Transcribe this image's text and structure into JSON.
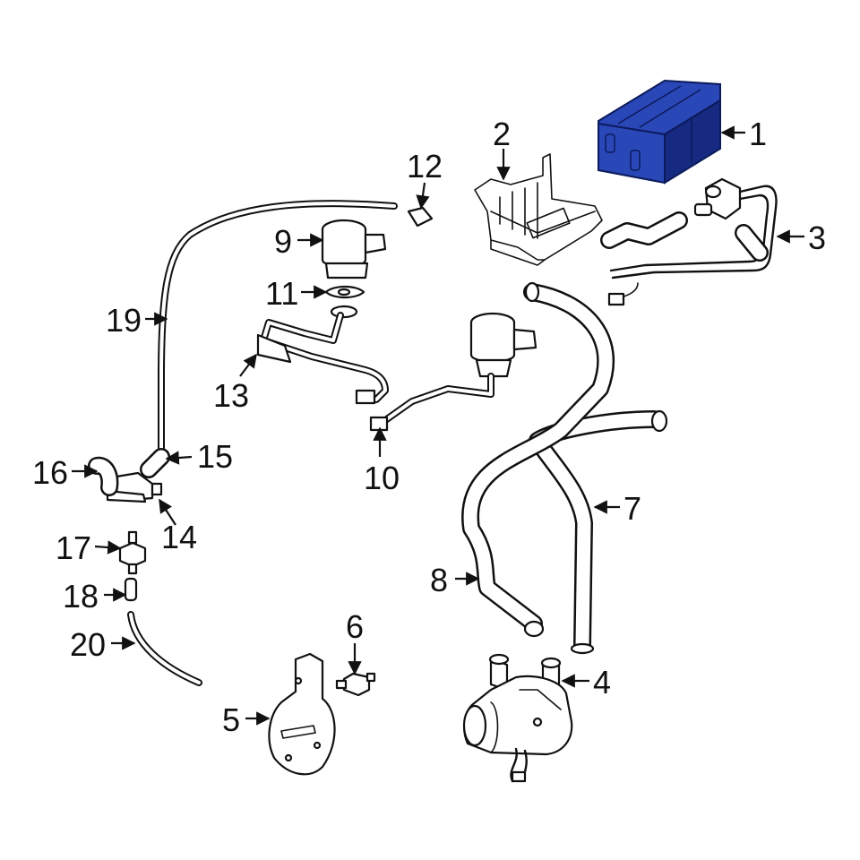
{
  "colors": {
    "highlight_fill": "#2a47b8",
    "highlight_dark": "#152a80",
    "line": "#111111",
    "background": "#ffffff"
  },
  "callouts": [
    {
      "id": "1",
      "label": "1",
      "part": "charcoal-canister",
      "highlighted": true
    },
    {
      "id": "2",
      "label": "2",
      "part": "canister-bracket"
    },
    {
      "id": "3",
      "label": "3",
      "part": "purge-valve-hose-assembly"
    },
    {
      "id": "4",
      "label": "4",
      "part": "secondary-air-pump"
    },
    {
      "id": "5",
      "label": "5",
      "part": "pump-bracket"
    },
    {
      "id": "6",
      "label": "6",
      "part": "check-valve"
    },
    {
      "id": "7",
      "label": "7",
      "part": "air-hose"
    },
    {
      "id": "8",
      "label": "8",
      "part": "air-hose"
    },
    {
      "id": "9",
      "label": "9",
      "part": "air-injection-valve"
    },
    {
      "id": "10",
      "label": "10",
      "part": "air-pipe"
    },
    {
      "id": "11",
      "label": "11",
      "part": "gasket"
    },
    {
      "id": "12",
      "label": "12",
      "part": "connector"
    },
    {
      "id": "13",
      "label": "13",
      "part": "air-pipe"
    },
    {
      "id": "14",
      "label": "14",
      "part": "solenoid-valve"
    },
    {
      "id": "15",
      "label": "15",
      "part": "hose"
    },
    {
      "id": "16",
      "label": "16",
      "part": "hose"
    },
    {
      "id": "17",
      "label": "17",
      "part": "check-valve"
    },
    {
      "id": "18",
      "label": "18",
      "part": "hose"
    },
    {
      "id": "19",
      "label": "19",
      "part": "vacuum-line"
    },
    {
      "id": "20",
      "label": "20",
      "part": "vacuum-line"
    }
  ]
}
